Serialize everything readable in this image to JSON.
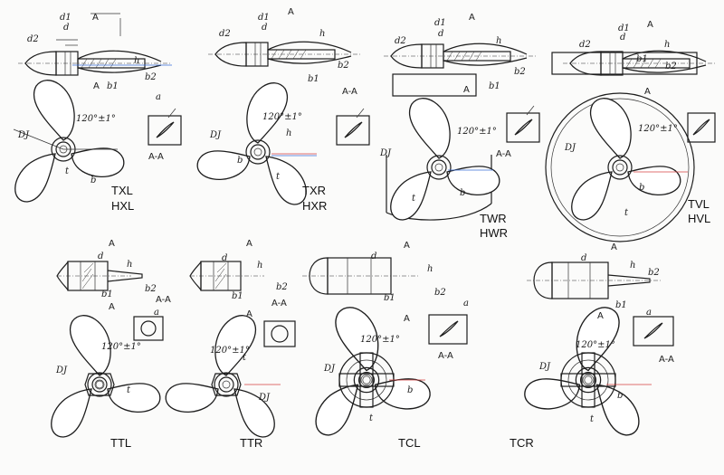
{
  "labels": {
    "angle": "120°±1°",
    "dj": "DJ",
    "d": "d",
    "d1": "d1",
    "d2": "d2",
    "b": "b",
    "b1": "b1",
    "b2": "b2",
    "h": "h",
    "t": "t",
    "a": "a",
    "A": "A",
    "aa": "A-A"
  },
  "codes": {
    "txl": "TXL",
    "hxl": "HXL",
    "txr": "TXR",
    "hxr": "HXR",
    "twr": "TWR",
    "hwr": "HWR",
    "tvl": "TVL",
    "hvl": "HVL",
    "ttl": "TTL",
    "ttr": "TTR",
    "tcl": "TCL",
    "tcr": "TCR"
  }
}
